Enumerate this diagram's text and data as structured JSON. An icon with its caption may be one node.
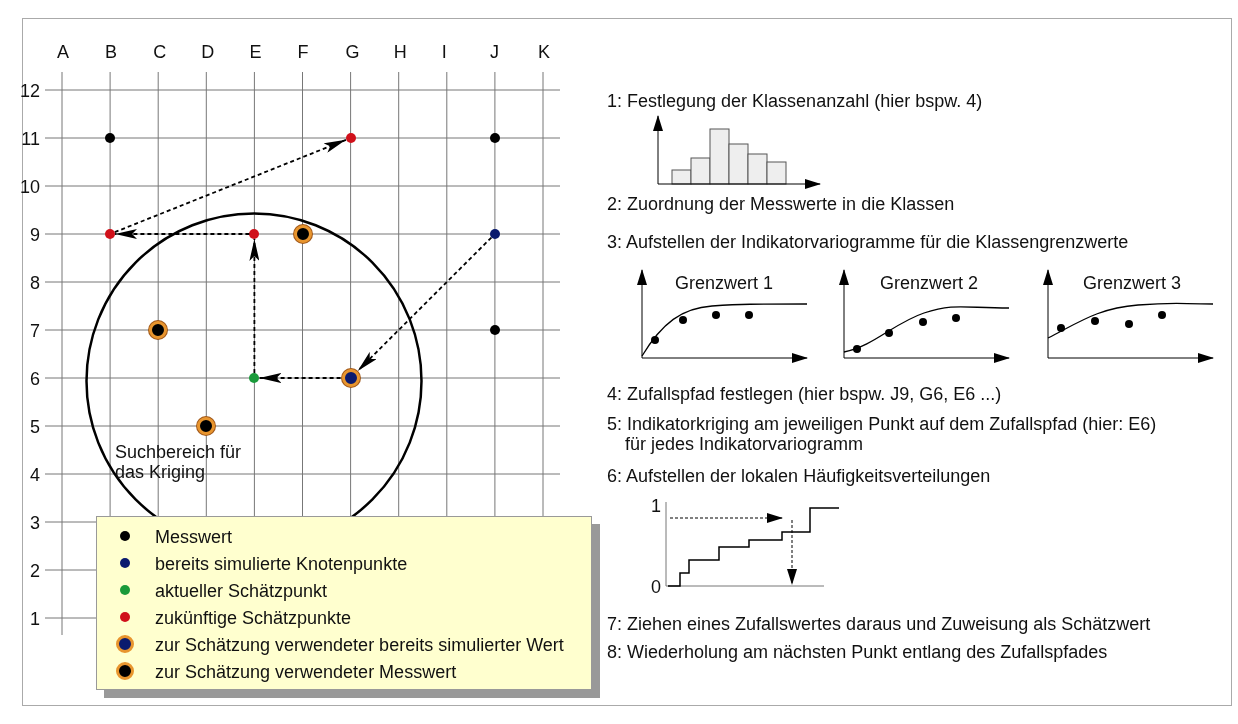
{
  "diagram": {
    "nodes": [
      {
        "text": [],
        "shape": "circle"
      },
      {
        "text": [],
        "shape": "circle"
      },
      {
        "text": [],
        "shape": "circle"
      },
      {
        "text": [
          "Suchbereich für das Kriging"
        ]
      },
      {
        "text": [],
        "shape": "circle"
      },
      {
        "text": [],
        "shape": "circle",
        "in": 3
      },
      {
        "text": [],
        "shape": "circle",
        "in": 3
      },
      {
        "text": [],
        "shape": "circle"
      },
      {
        "text": [],
        "shape": "circle",
        "in": 3
      },
      {
        "text": [],
        "shape": "circle"
      },
      {
        "text": [],
        "shape": "circle",
        "in": 3
      },
      {
        "text": [],
        "shape": "circle",
        "in": 3
      },
      {
        "text": [],
        "shape": "circle",
        "in": 3
      }
    ],
    "edges": [
      {
        "from": 7,
        "to": 11,
        "arrow": "to",
        "style": "dashed"
      },
      {
        "from": 11,
        "to": 10,
        "arrow": "to",
        "style": "dashed"
      },
      {
        "from": 10,
        "to": 5,
        "arrow": "to",
        "style": "dashed"
      },
      {
        "from": 5,
        "to": 4,
        "arrow": "to",
        "style": "dashed"
      },
      {
        "from": 4,
        "to": 1,
        "arrow": "to",
        "style": "dashed"
      }
    ],
    "labels": [
      "A",
      "B",
      "C",
      "D",
      "E",
      "F",
      "G",
      "H",
      "I",
      "J",
      "K",
      "12",
      "11",
      "10",
      "9",
      "8",
      "7",
      "6",
      "5",
      "4",
      "3",
      "2",
      "1",
      "1: Festlegung der Klassenanzahl (hier bspw. 4)",
      "2: Zuordnung der Messwerte in die Klassen",
      "3: Aufstellen der Indikatorvariogramme für die Klassengrenzwerte",
      "Grenzwert 1",
      "Grenzwert 2",
      "Grenzwert 3",
      "4: Zufallspfad festlegen (hier bspw. J9, G6, E6 ...)",
      "5: Indikatorkriging am jeweiligen Punkt auf dem Zufallspfad (hier: E6) für jedes Indikatorvariogramm",
      "6: Aufstellen der lokalen Häufigkeitsverteilungen",
      "1",
      "0",
      "7: Ziehen eines Zufallswertes daraus und Zuweisung als Schätzwert",
      "8: Wiederholung am nächsten Punkt entlang des Zufallspfades"
    ],
    "legend": [
      {
        "text": "Messwert",
        "color": "#000000"
      },
      {
        "text": "bereits simulierte Knotenpunkte",
        "color": "#0a1a6e"
      },
      {
        "text": "aktueller Schätzpunkt",
        "color": "#1a9a3a"
      },
      {
        "text": "zukünftige Schätzpunkte",
        "color": "#d0101a"
      },
      {
        "text": "zur Schätzung verwendeter bereits simulierter Wert"
      },
      {
        "text": "zur Schätzung verwendeter Messwert"
      }
    ]
  }
}
